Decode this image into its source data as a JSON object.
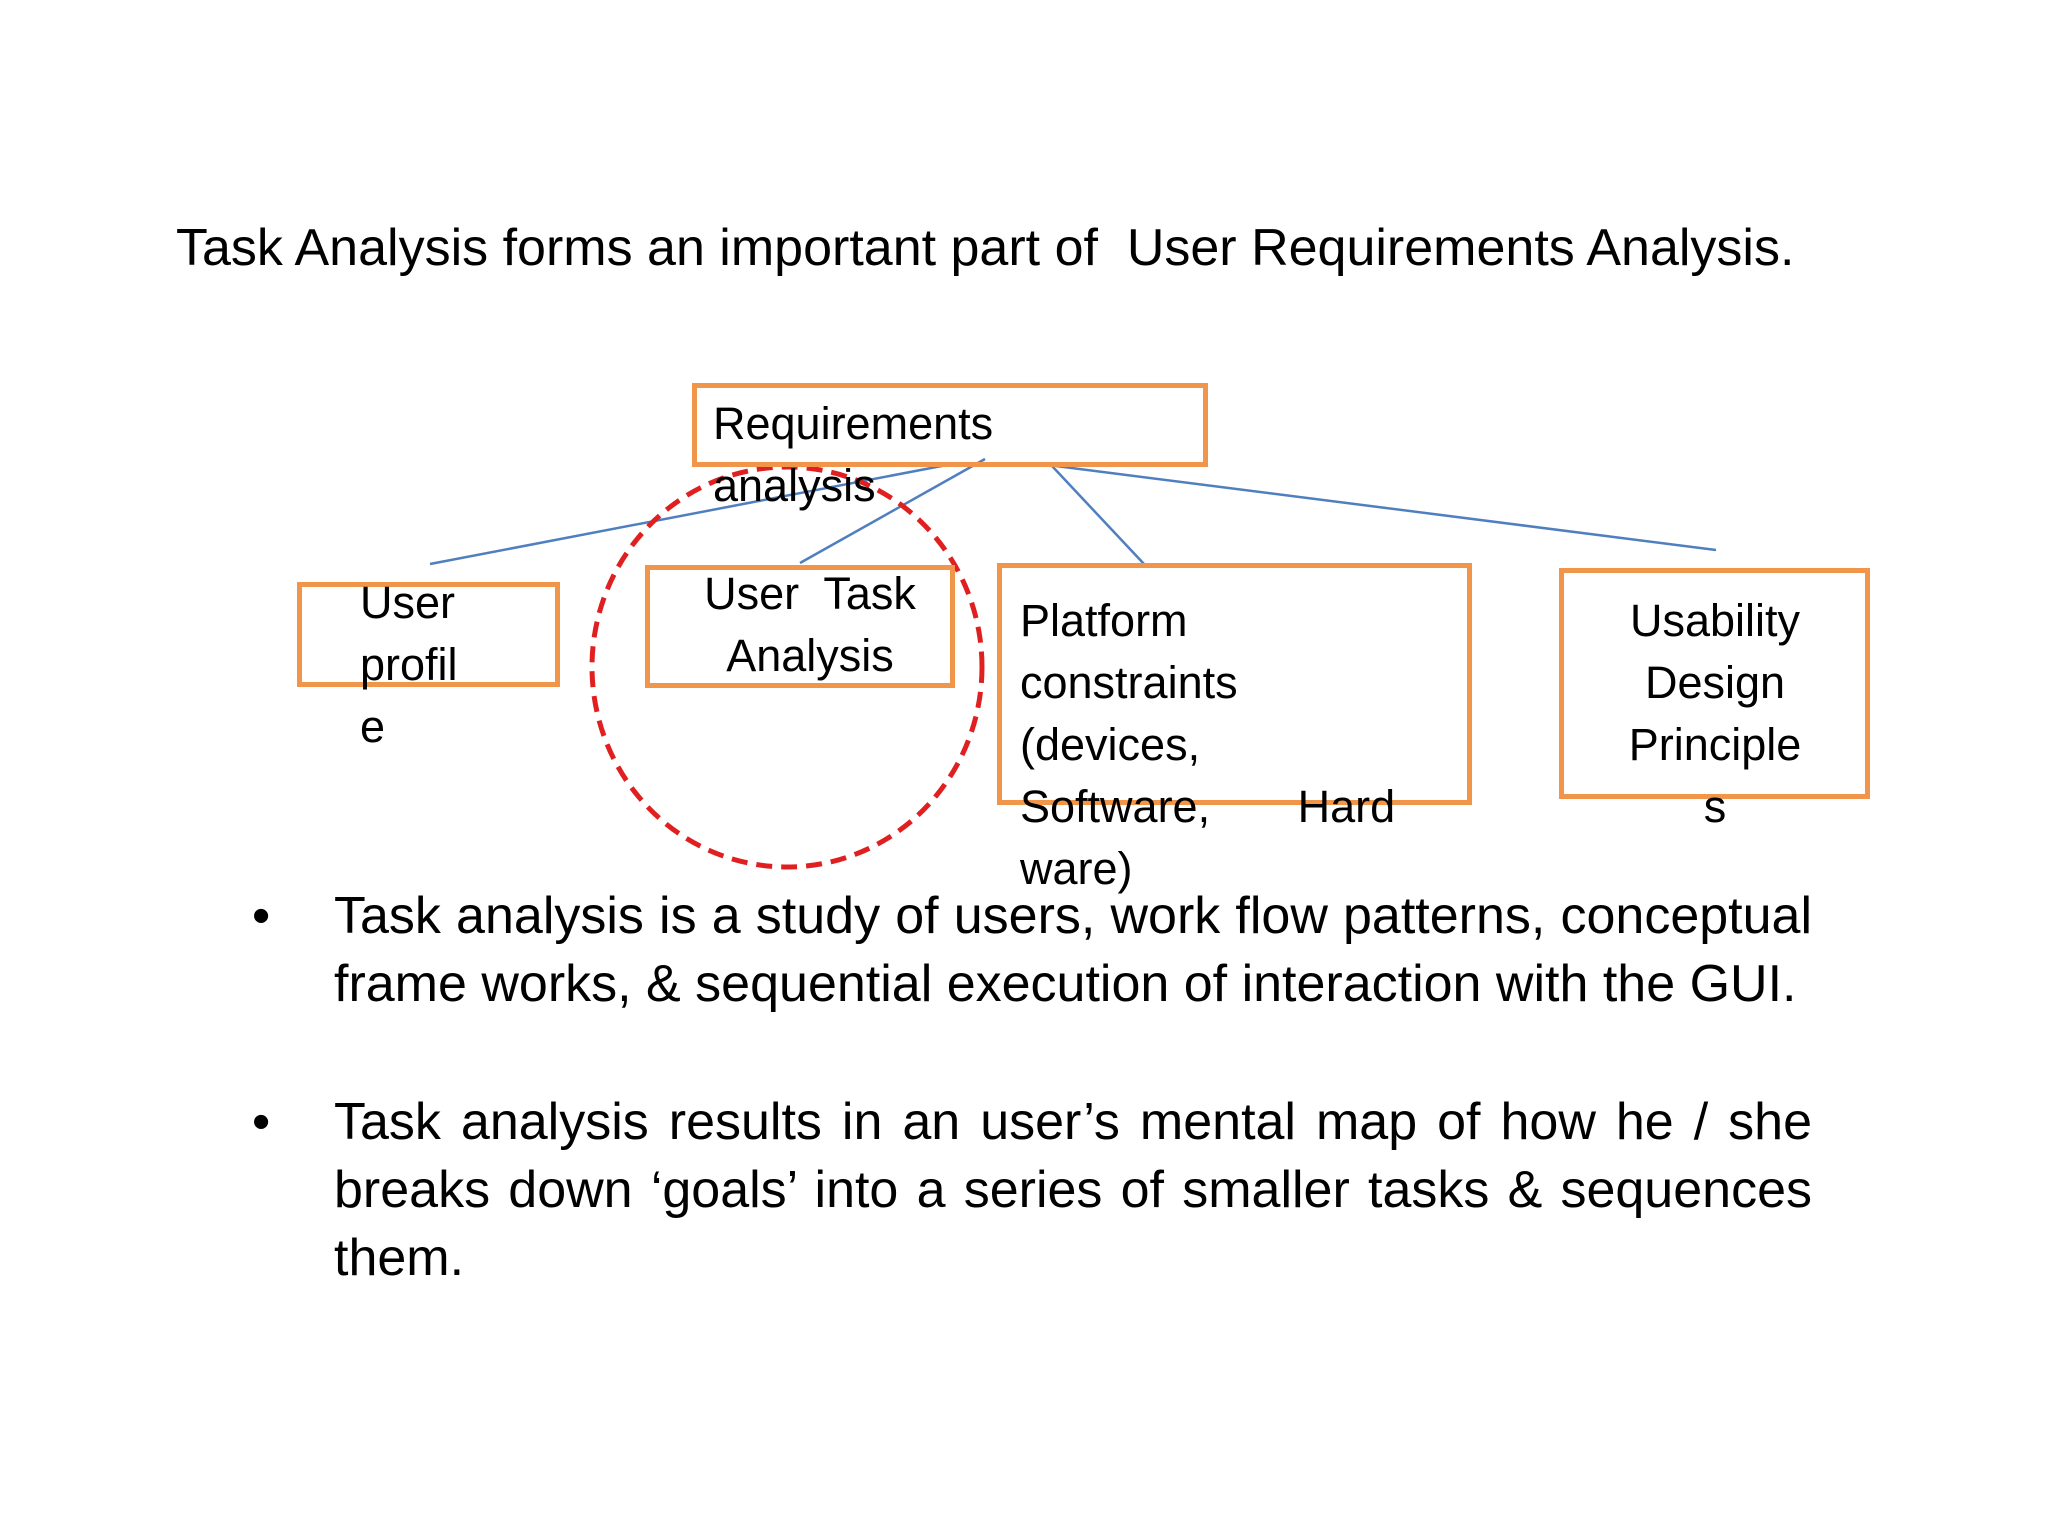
{
  "title": "Task Analysis forms an important part of  User Requirements Analysis.",
  "diagram": {
    "root": {
      "label": "Requirements\nanalysis"
    },
    "children": [
      {
        "id": "user-profile",
        "label": "User\nprofil\ne"
      },
      {
        "id": "user-task-analysis",
        "label": "User  Task\nAnalysis",
        "highlighted": true
      },
      {
        "id": "platform-constraints",
        "label": "Platform\nconstraints\n(devices,\nSoftware,       Hard\nware)"
      },
      {
        "id": "usability-design-principles",
        "label": "Usability\nDesign\nPrinciple\ns"
      }
    ],
    "colors": {
      "box_border": "#f0954a",
      "connector": "#4f7fbf",
      "highlight_circle": "#e02020"
    }
  },
  "bullets": [
    {
      "marker": "•",
      "text": "Task analysis is a study of users, work flow patterns, conceptual frame works,  & sequential  execution of interaction with the GUI."
    },
    {
      "marker": "•",
      "text": "Task analysis results in an user’s mental map of how he / she breaks down ‘goals’ into a series of smaller tasks & sequences them."
    }
  ]
}
